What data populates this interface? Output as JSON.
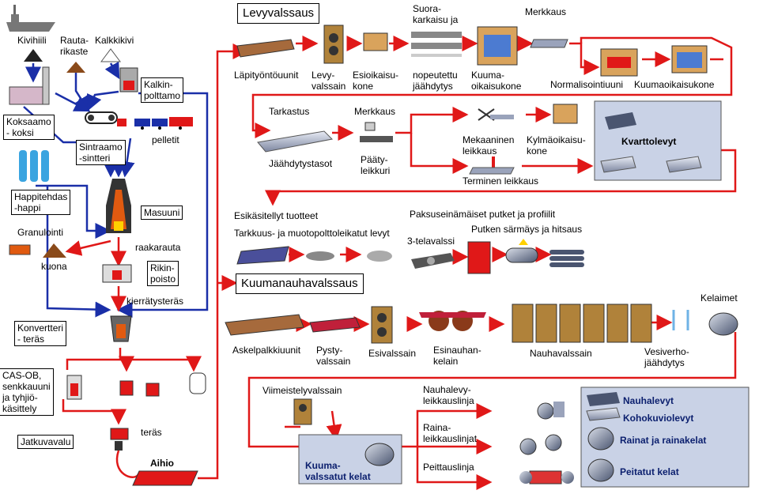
{
  "left_column": {
    "kivihiili": "Kivihiili",
    "rautarikaste": "Rauta-\nrikaste",
    "kalkkikivi": "Kalkkikivi",
    "kalkinpoltto": "Kalkin-\npolttamo",
    "koksaamo": "Koksaamo\n- koksi",
    "sintraamo": "Sintraamo\n-sintteri",
    "pelletit": "pelletit",
    "happitehdas": "Happitehdas\n-happi",
    "masuuni": "Masuuni",
    "granulointi": "Granulointi",
    "kuona": "kuona",
    "raakarauta": "raakarauta",
    "rikinpoisto": "Rikin-\npoisto",
    "kierratysteras": "kierrätysteräs",
    "konvertteri": "Konvertteri\n- teräs",
    "casob": "CAS-OB,\nsenkkauuni\nja tyhjiö-\nkäsittely",
    "jatkuvavalu": "Jatkuvavalu",
    "teras": "teräs",
    "aihio": "Aihio"
  },
  "levyvalssaus": {
    "title": "Levyvalssaus",
    "lapityontouunit": "Läpityöntöuunit",
    "levyvalssain": "Levy-\nvalssain",
    "esioikaisukone": "Esioikaisu-\nkone",
    "suorakarkaisu_top": "Suora-\nkarkaisu ja",
    "suorakarkaisu_bottom": "nopeutettu\njäähdytys",
    "kuumaoikaisukone": "Kuuma-\noikaisukone",
    "merkkaus1": "Merkkaus",
    "normalisointiuuni": "Normalisointiuuni",
    "kuumaoikaisukone2": "Kuumaoikaisukone",
    "tarkastus": "Tarkastus",
    "jaahdytystasot": "Jäähdytystasot",
    "merkkaus2": "Merkkaus",
    "paatyleikkuri": "Pääty-\nleikkuri",
    "mekaaninen_leikkaus": "Mekaaninen\nleikkaus",
    "kylmaoikaisukone": "Kylmäoikaisu-\nkone",
    "terminen_leikkaus": "Terminen leikkaus",
    "kvarttolevyt": "Kvarttolevyt",
    "esikasitellyt": "Esikäsitellyt tuotteet",
    "tarkkuus": "Tarkkuus- ja muotopolttoleikatut levyt",
    "paksuseinamaiset": "Paksuseinämäiset putket ja profiilit",
    "telavalssi": "3-telavalssi",
    "putken_sarmays": "Putken särmäys ja hitsaus"
  },
  "kuumanauhavalssaus": {
    "title": "Kuumanauhavalssaus",
    "askelpalkkiuunit": "Askelpalkkiuunit",
    "pystyvalssain": "Pysty-\nvalssain",
    "esivalssain": "Esivalssain",
    "esinauhankelain": "Esinauhan-\nkelain",
    "nauhavalssain": "Nauhavalssain",
    "kelaimet": "Kelaimet",
    "vesiverhojaahdytys": "Vesiverho-\njäähdytys",
    "viimeistelyvalssain": "Viimeistelyvalssain",
    "kuumavalssatut": "Kuuma-\nvalssatut kelat",
    "nauhalevyleikkauslinja": "Nauhalevy-\nleikkauslinja",
    "rainaleikkauslinjat": "Raina-\nleikkauslinjat",
    "peittauslinja": "Peittauslinja",
    "products": [
      "Nauhalevyt",
      "Kohokuviolevyt",
      "Rainat ja rainakelat",
      "Peitatut kelat"
    ]
  },
  "colors": {
    "flow_red": "#e01818",
    "flow_blue": "#1a2fa8",
    "panel": "#c9d2e6",
    "label_navy": "#0b1f6e"
  }
}
